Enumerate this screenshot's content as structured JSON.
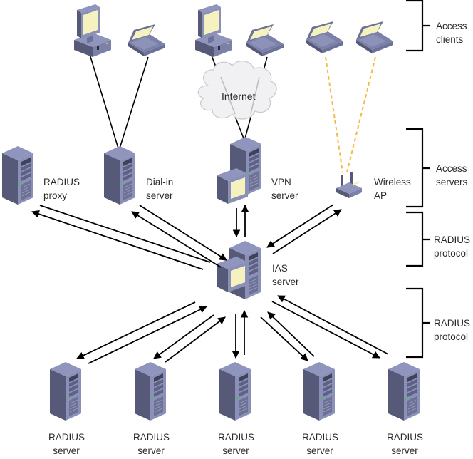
{
  "colors": {
    "device_light": "#8a90b8",
    "device_mid": "#6c7199",
    "device_dark": "#4e5270",
    "screen": "#f5f2c0",
    "wire": "#000000",
    "wireless_link": "#f5b942",
    "cloud": "#f1f1f3",
    "led": "#4ec24e"
  },
  "cloud": {
    "label": "Internet"
  },
  "tiers": {
    "access_clients": {
      "line1": "Access",
      "line2": "clients"
    },
    "access_servers": {
      "line1": "Access",
      "line2": "servers"
    },
    "radius_protocol_upper": {
      "line1": "RADIUS",
      "line2": "protocol"
    },
    "radius_protocol_lower": {
      "line1": "RADIUS",
      "line2": "protocol"
    }
  },
  "clients": [
    {
      "type": "desktop",
      "group": "dial-in"
    },
    {
      "type": "laptop",
      "group": "dial-in"
    },
    {
      "type": "desktop",
      "group": "vpn"
    },
    {
      "type": "laptop",
      "group": "vpn"
    },
    {
      "type": "laptop",
      "group": "wireless"
    },
    {
      "type": "laptop",
      "group": "wireless"
    }
  ],
  "access_servers": [
    {
      "id": "radius-proxy",
      "line1": "RADIUS",
      "line2": "proxy"
    },
    {
      "id": "dial-in-server",
      "line1": "Dial-in",
      "line2": "server"
    },
    {
      "id": "vpn-server",
      "line1": "VPN",
      "line2": "server"
    },
    {
      "id": "wireless-ap",
      "line1": "Wireless",
      "line2": "AP"
    }
  ],
  "ias_server": {
    "line1": "IAS",
    "line2": "server"
  },
  "radius_servers": [
    {
      "line1": "RADIUS",
      "line2": "server"
    },
    {
      "line1": "RADIUS",
      "line2": "server"
    },
    {
      "line1": "RADIUS",
      "line2": "server"
    },
    {
      "line1": "RADIUS",
      "line2": "server"
    },
    {
      "line1": "RADIUS",
      "line2": "server"
    }
  ]
}
